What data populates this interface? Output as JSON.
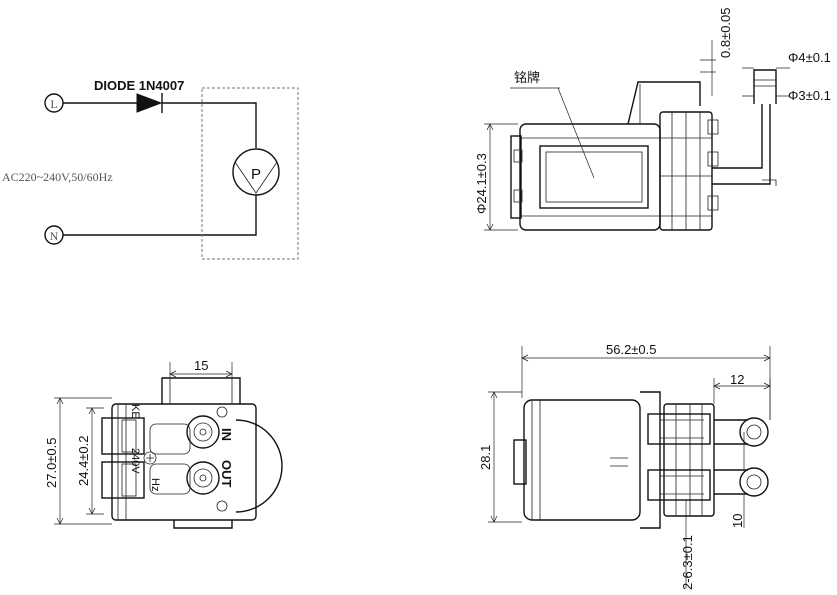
{
  "circuit": {
    "terminal_l": "L",
    "terminal_n": "N",
    "diode_label": "DIODE 1N4007",
    "pump_symbol": "P",
    "supply_label": "AC220~240V,50/60Hz"
  },
  "side_view": {
    "nameplate_label": "铭牌",
    "dim_wall": "0.8±0.05",
    "dim_outer_dia": "Φ4±0.1",
    "dim_inner_dia": "Φ3±0.1",
    "dim_body_dia": "Φ24.1±0.3"
  },
  "end_view": {
    "dim_width": "15",
    "dim_height_outer": "27.0±0.5",
    "dim_height_inner": "24.4±0.2",
    "label_in": "IN",
    "label_out": "OUT",
    "label_ke": "KE",
    "label_240v": "240V",
    "label_hz": "Hz"
  },
  "top_view": {
    "dim_length": "56.2±0.5",
    "dim_nozzle": "12",
    "dim_height": "28.1",
    "dim_pitch": "10",
    "dim_terminals": "2-6.3±0.1"
  }
}
